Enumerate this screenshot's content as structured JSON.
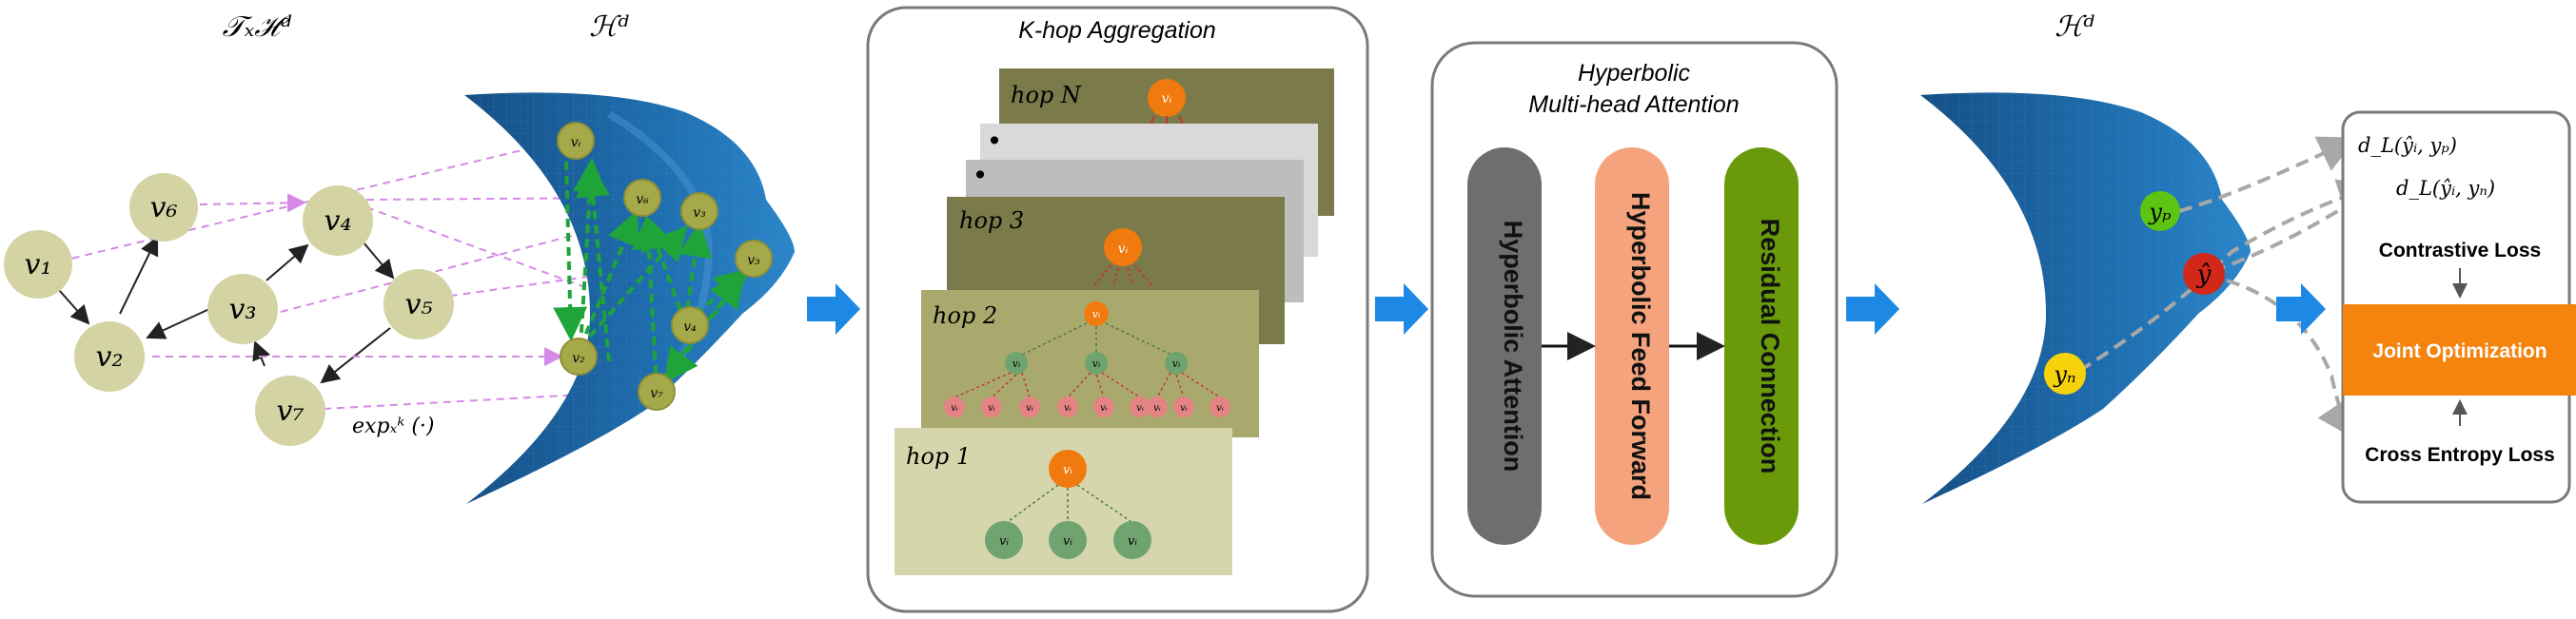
{
  "tangent_space": {
    "label": "𝒯ₓℋᵈ",
    "nodes": [
      {
        "id": "v1",
        "label": "v₁"
      },
      {
        "id": "v2",
        "label": "v₂"
      },
      {
        "id": "v3",
        "label": "v₃"
      },
      {
        "id": "v4",
        "label": "v₄"
      },
      {
        "id": "v5",
        "label": "v₅"
      },
      {
        "id": "v6",
        "label": "v₆"
      },
      {
        "id": "v7",
        "label": "v₇"
      }
    ],
    "exp_map_label": "expₓᵏ (·)"
  },
  "hyperbolic_space_left": {
    "label": "ℋᵈ",
    "nodes": [
      "vᵢ",
      "v₆",
      "v₃",
      "v₃",
      "v₂",
      "v₄",
      "v₇"
    ]
  },
  "khop": {
    "title": "K-hop Aggregation",
    "layers": {
      "hopN": "hop N",
      "hop3": "hop 3",
      "hop2": "hop 2",
      "hop1": "hop 1"
    },
    "node_label": "vᵢ",
    "dots": [
      "•",
      "•"
    ]
  },
  "attention": {
    "title_line1": "Hyperbolic",
    "title_line2": "Multi-head Attention",
    "blocks": [
      {
        "label": "Hyperbolic Attention",
        "color": "#6e6e6e"
      },
      {
        "label": "Hyperbolic Feed Forward",
        "color": "#f4a37c"
      },
      {
        "label": "Residual Connection",
        "color": "#6a9a0a"
      }
    ]
  },
  "hyperbolic_space_right": {
    "label": "ℋᵈ",
    "node_pos": "yₚ",
    "node_anchor": "ŷ",
    "node_neg": "yₙ"
  },
  "loss": {
    "dist_pos": "d_L(ŷᵢ, yₚ)",
    "dist_neg": "d_L(ŷᵢ, yₙ)",
    "contrastive": "Contrastive Loss",
    "joint": "Joint Optimization",
    "cross_entropy": "Cross Entropy Loss"
  },
  "colors": {
    "arrow_blue": "#1e88e5",
    "node_khaki": "#d3d3a4",
    "manifold_blue": "#1f6fb0",
    "node_orange": "#f07a0e",
    "node_green": "#6fa36f",
    "node_pink": "#e38383",
    "joint_orange": "#f5840f"
  }
}
